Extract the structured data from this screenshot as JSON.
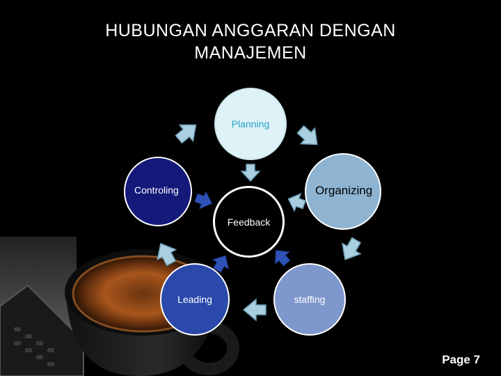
{
  "title": {
    "line1": "HUBUNGAN ANGGARAN DENGAN",
    "line2": "MANAJEMEN"
  },
  "cycle": {
    "planning": "Planning",
    "organizing": "Organizing",
    "staffing": "staffing",
    "leading": "Leading",
    "controling": "Controling",
    "feedback": "Feedback"
  },
  "footer": {
    "page": "Page 7"
  },
  "colors": {
    "background": "#000000",
    "planning": "#def3f7",
    "organizing": "#8eb4d2",
    "staffing": "#7e97cc",
    "leading": "#2b48ab",
    "controling": "#14197a",
    "outer_arrow": "#a9cfe0",
    "inner_arrow": "#2f52b8"
  }
}
